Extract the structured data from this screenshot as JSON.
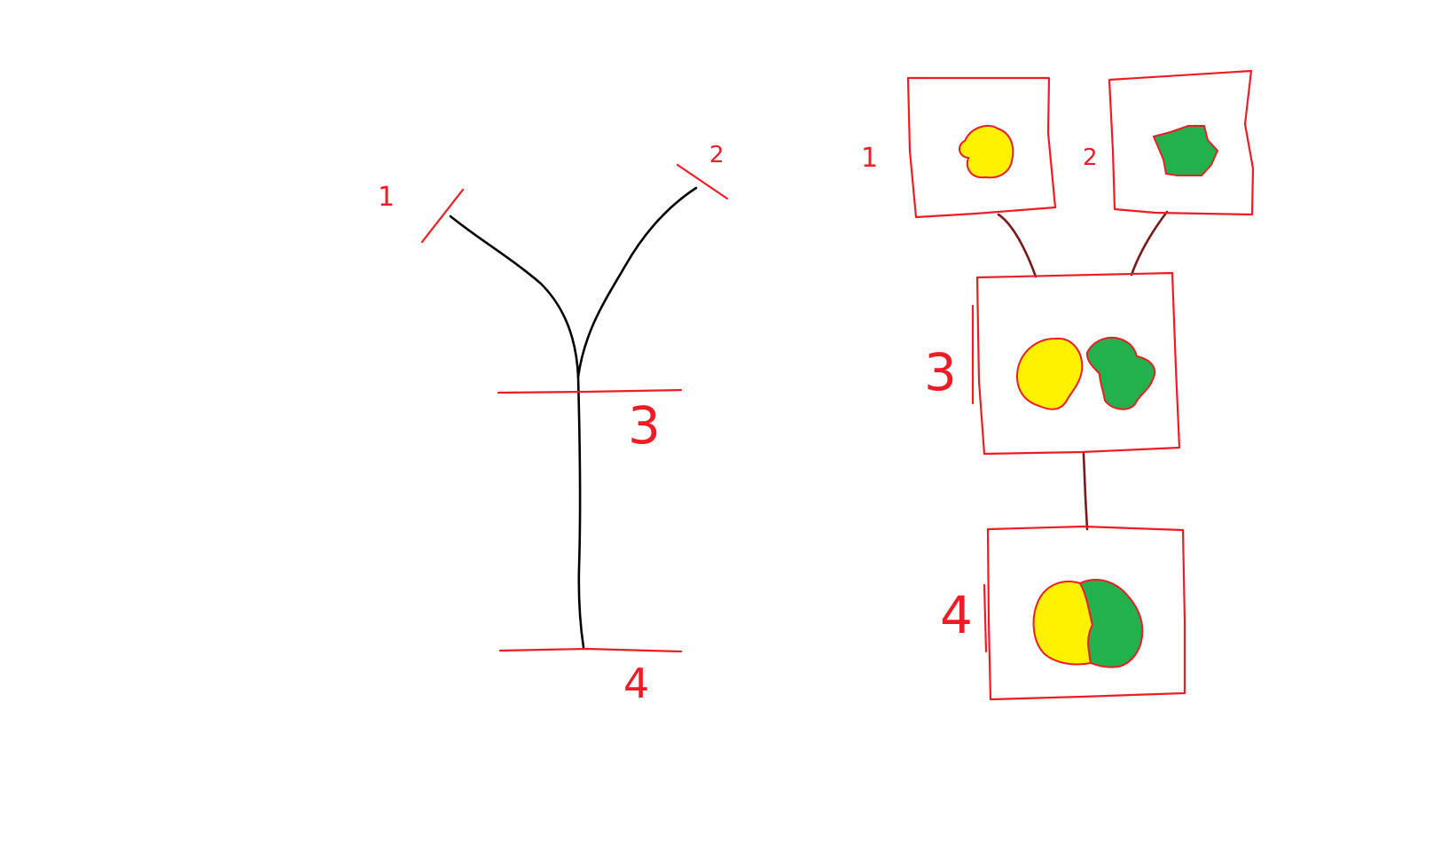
{
  "tree": {
    "cut_labels": [
      "1",
      "2",
      "3",
      "4"
    ]
  },
  "panels": [
    {
      "label": "1",
      "contents": [
        "yellow-blob"
      ]
    },
    {
      "label": "2",
      "contents": [
        "green-blob"
      ]
    },
    {
      "label": "3",
      "contents": [
        "yellow-blob",
        "green-blob"
      ]
    },
    {
      "label": "4",
      "contents": [
        "yellow-half",
        "green-half"
      ]
    }
  ],
  "colors": {
    "outline": "#ee1c24",
    "yellow": "#fff200",
    "green": "#22b14c",
    "branch": "#000000",
    "connector": "#7a1a1a",
    "background": "#ffffff"
  }
}
